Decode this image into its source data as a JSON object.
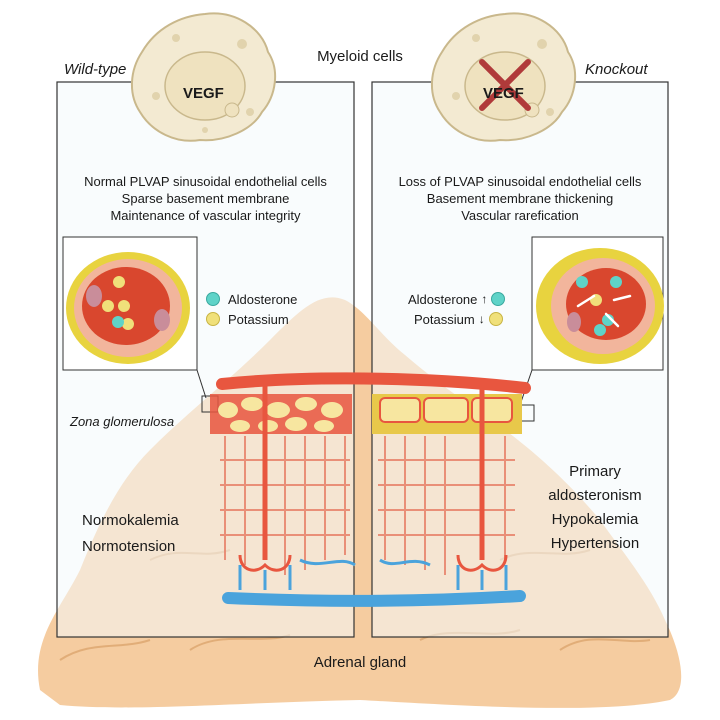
{
  "labels": {
    "top": "Myeloid cells",
    "bottom": "Adrenal gland",
    "zona": "Zona glomerulosa"
  },
  "wild_type": {
    "title": "Wild-type",
    "cell_label": "VEGF",
    "lines": [
      "Normal PLVAP sinusoidal endothelial cells",
      "Sparse basement membrane",
      "Maintenance of vascular integrity"
    ],
    "legend": [
      "Aldosterone",
      "Potassium"
    ],
    "outcomes": [
      "Normokalemia",
      "Normotension"
    ]
  },
  "knockout": {
    "title": "Knockout",
    "cell_label": "VEGF",
    "lines": [
      "Loss of PLVAP sinusoidal endothelial cells",
      "Basement membrane thickening",
      "Vascular rarefication"
    ],
    "legend": [
      "Aldosterone",
      "Potassium"
    ],
    "outcomes": [
      "Primary",
      "aldosteronism",
      "Hypokalemia",
      "Hypertension"
    ]
  },
  "colors": {
    "aldosterone": "#5fd3c8",
    "potassium": "#f0e07a",
    "artery": "#e8563f",
    "vein": "#4aa3dc",
    "capsule": "#e8c84a",
    "gland": "#f3c38f",
    "cell": "#f3ead2"
  },
  "icons": {
    "cross": "x-mark-icon",
    "up": "arrow-up-icon",
    "down": "arrow-down-icon"
  }
}
